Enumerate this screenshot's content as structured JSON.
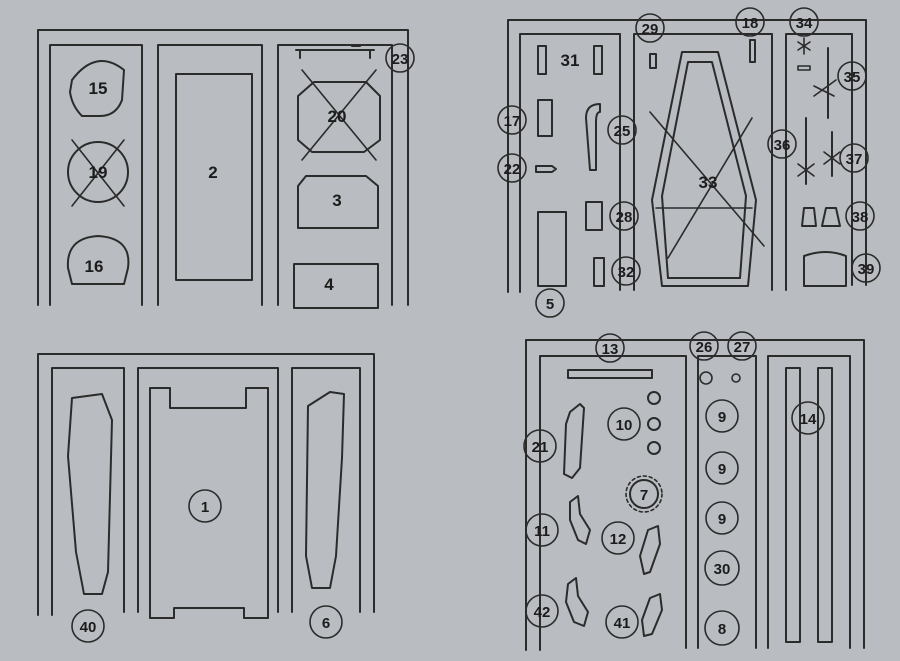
{
  "labels": {
    "p1": "1",
    "p2": "2",
    "p3": "3",
    "p4": "4",
    "p5": "5",
    "p6": "6",
    "p7": "7",
    "p8": "8",
    "p9a": "9",
    "p9b": "9",
    "p9c": "9",
    "p10": "10",
    "p11": "11",
    "p12": "12",
    "p13": "13",
    "p14": "14",
    "p15": "15",
    "p16": "16",
    "p17": "17",
    "p18": "18",
    "p19": "19",
    "p20": "20",
    "p21": "21",
    "p22": "22",
    "p23": "23",
    "p25": "25",
    "p26": "26",
    "p27": "27",
    "p28": "28",
    "p29": "29",
    "p30": "30",
    "p31": "31",
    "p32": "32",
    "p33": "33",
    "p34": "34",
    "p35": "35",
    "p36": "36",
    "p37": "37",
    "p38": "38",
    "p39": "39",
    "p40": "40",
    "p41": "41",
    "p42": "42"
  }
}
